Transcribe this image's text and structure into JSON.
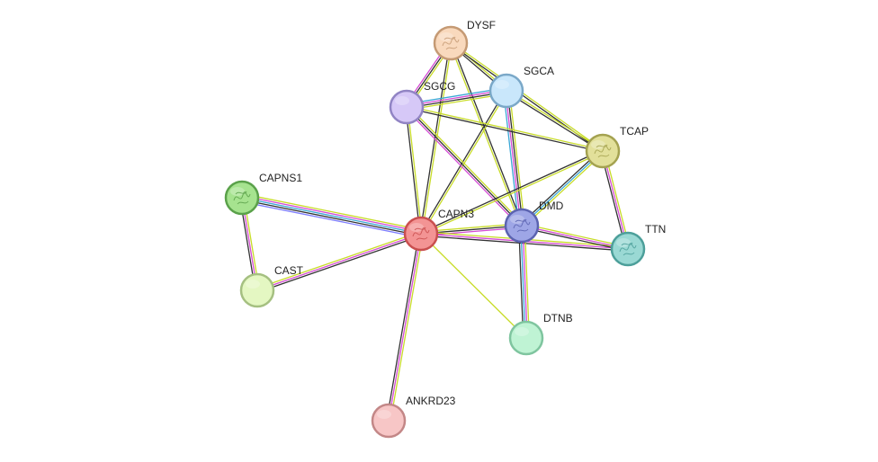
{
  "network": {
    "nodes": [
      {
        "id": "DYSF",
        "label": "DYSF",
        "fill": "#f9d9bd",
        "stroke": "#c59a74",
        "icon": "protein-structure-icon"
      },
      {
        "id": "SGCA",
        "label": "SGCA",
        "fill": "#c9e7fb",
        "stroke": "#7aa8c8",
        "icon": "none"
      },
      {
        "id": "SGCG",
        "label": "SGCG",
        "fill": "#d6c8f7",
        "stroke": "#9184c4",
        "icon": "none"
      },
      {
        "id": "TCAP",
        "label": "TCAP",
        "fill": "#e2e09a",
        "stroke": "#a4a250",
        "icon": "protein-structure-icon"
      },
      {
        "id": "CAPNS1",
        "label": "CAPNS1",
        "fill": "#a6e38f",
        "stroke": "#5aa14a",
        "icon": "protein-structure-icon"
      },
      {
        "id": "CAPN3",
        "label": "CAPN3",
        "fill": "#f39494",
        "stroke": "#c94f4f",
        "icon": "protein-structure-icon"
      },
      {
        "id": "DMD",
        "label": "DMD",
        "fill": "#9ea6e6",
        "stroke": "#5b63b0",
        "icon": "protein-structure-icon"
      },
      {
        "id": "TTN",
        "label": "TTN",
        "fill": "#9ad9d4",
        "stroke": "#4c9f9a",
        "icon": "protein-structure-icon"
      },
      {
        "id": "CAST",
        "label": "CAST",
        "fill": "#e4f7c2",
        "stroke": "#a5c081",
        "icon": "none"
      },
      {
        "id": "DTNB",
        "label": "DTNB",
        "fill": "#bff3d4",
        "stroke": "#7fc59f",
        "icon": "none"
      },
      {
        "id": "ANKRD23",
        "label": "ANKRD23",
        "fill": "#f7c6c6",
        "stroke": "#c38787",
        "icon": "none"
      }
    ],
    "edge_colors": {
      "text_mining": "#c8dc28",
      "coexpression": "#333333",
      "experiments": "#d44bd4",
      "database": "#3aa7d6",
      "homology": "#7d7dff"
    },
    "edges": [
      {
        "source": "DYSF",
        "target": "SGCA",
        "evidence": [
          "text_mining",
          "coexpression"
        ]
      },
      {
        "source": "DYSF",
        "target": "SGCG",
        "evidence": [
          "text_mining",
          "coexpression",
          "experiments"
        ]
      },
      {
        "source": "DYSF",
        "target": "TCAP",
        "evidence": [
          "text_mining",
          "coexpression"
        ]
      },
      {
        "source": "DYSF",
        "target": "CAPN3",
        "evidence": [
          "text_mining",
          "coexpression"
        ]
      },
      {
        "source": "DYSF",
        "target": "DMD",
        "evidence": [
          "coexpression",
          "text_mining"
        ]
      },
      {
        "source": "SGCA",
        "target": "SGCG",
        "evidence": [
          "text_mining",
          "coexpression",
          "experiments",
          "database"
        ]
      },
      {
        "source": "SGCA",
        "target": "TCAP",
        "evidence": [
          "text_mining",
          "coexpression"
        ]
      },
      {
        "source": "SGCA",
        "target": "DMD",
        "evidence": [
          "text_mining",
          "coexpression",
          "experiments",
          "database"
        ]
      },
      {
        "source": "SGCA",
        "target": "CAPN3",
        "evidence": [
          "text_mining",
          "coexpression"
        ]
      },
      {
        "source": "SGCG",
        "target": "TCAP",
        "evidence": [
          "text_mining",
          "coexpression"
        ]
      },
      {
        "source": "SGCG",
        "target": "DMD",
        "evidence": [
          "text_mining",
          "coexpression",
          "experiments"
        ]
      },
      {
        "source": "SGCG",
        "target": "CAPN3",
        "evidence": [
          "text_mining",
          "coexpression"
        ]
      },
      {
        "source": "TCAP",
        "target": "CAPN3",
        "evidence": [
          "text_mining",
          "coexpression"
        ]
      },
      {
        "source": "TCAP",
        "target": "DMD",
        "evidence": [
          "text_mining",
          "database",
          "coexpression"
        ]
      },
      {
        "source": "TCAP",
        "target": "TTN",
        "evidence": [
          "text_mining",
          "experiments",
          "coexpression"
        ]
      },
      {
        "source": "CAPNS1",
        "target": "CAPN3",
        "evidence": [
          "text_mining",
          "experiments",
          "database",
          "coexpression",
          "homology"
        ]
      },
      {
        "source": "CAPNS1",
        "target": "CAST",
        "evidence": [
          "text_mining",
          "experiments",
          "coexpression"
        ]
      },
      {
        "source": "CAST",
        "target": "CAPN3",
        "evidence": [
          "text_mining",
          "experiments",
          "coexpression"
        ]
      },
      {
        "source": "CAPN3",
        "target": "DMD",
        "evidence": [
          "text_mining",
          "coexpression",
          "experiments"
        ]
      },
      {
        "source": "CAPN3",
        "target": "TTN",
        "evidence": [
          "text_mining",
          "experiments",
          "coexpression"
        ]
      },
      {
        "source": "CAPN3",
        "target": "DTNB",
        "evidence": [
          "text_mining"
        ]
      },
      {
        "source": "CAPN3",
        "target": "ANKRD23",
        "evidence": [
          "text_mining",
          "experiments",
          "coexpression"
        ]
      },
      {
        "source": "DMD",
        "target": "TTN",
        "evidence": [
          "text_mining",
          "experiments",
          "coexpression"
        ]
      },
      {
        "source": "DMD",
        "target": "DTNB",
        "evidence": [
          "text_mining",
          "experiments",
          "database",
          "coexpression"
        ]
      }
    ]
  }
}
